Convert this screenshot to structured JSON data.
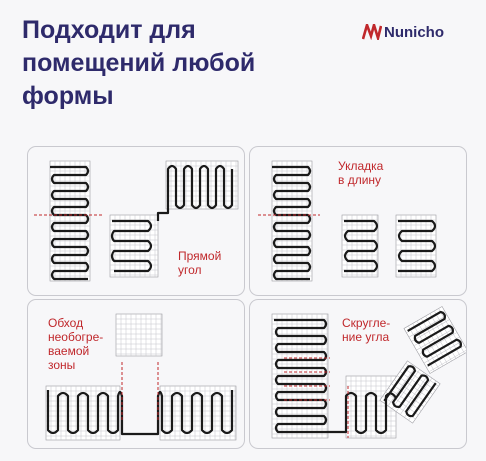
{
  "header": {
    "title_lines": [
      "Подходит для",
      "помещений любой",
      "формы"
    ]
  },
  "brand": {
    "name": "Nunicho",
    "mark_icon": "nunicho-logo-icon",
    "color": "#2e2a6b"
  },
  "accent_color": "#c0282c",
  "panels": [
    {
      "id": "right-angle",
      "caption": [
        "Прямой",
        "угол"
      ]
    },
    {
      "id": "lengthwise",
      "caption": [
        "Укладка",
        "в длину"
      ]
    },
    {
      "id": "bypass",
      "caption": [
        "Обход",
        "необогре-",
        "ваемой",
        "зоны"
      ]
    },
    {
      "id": "rounded",
      "caption": [
        "Скругле-",
        "ние угла"
      ]
    }
  ]
}
